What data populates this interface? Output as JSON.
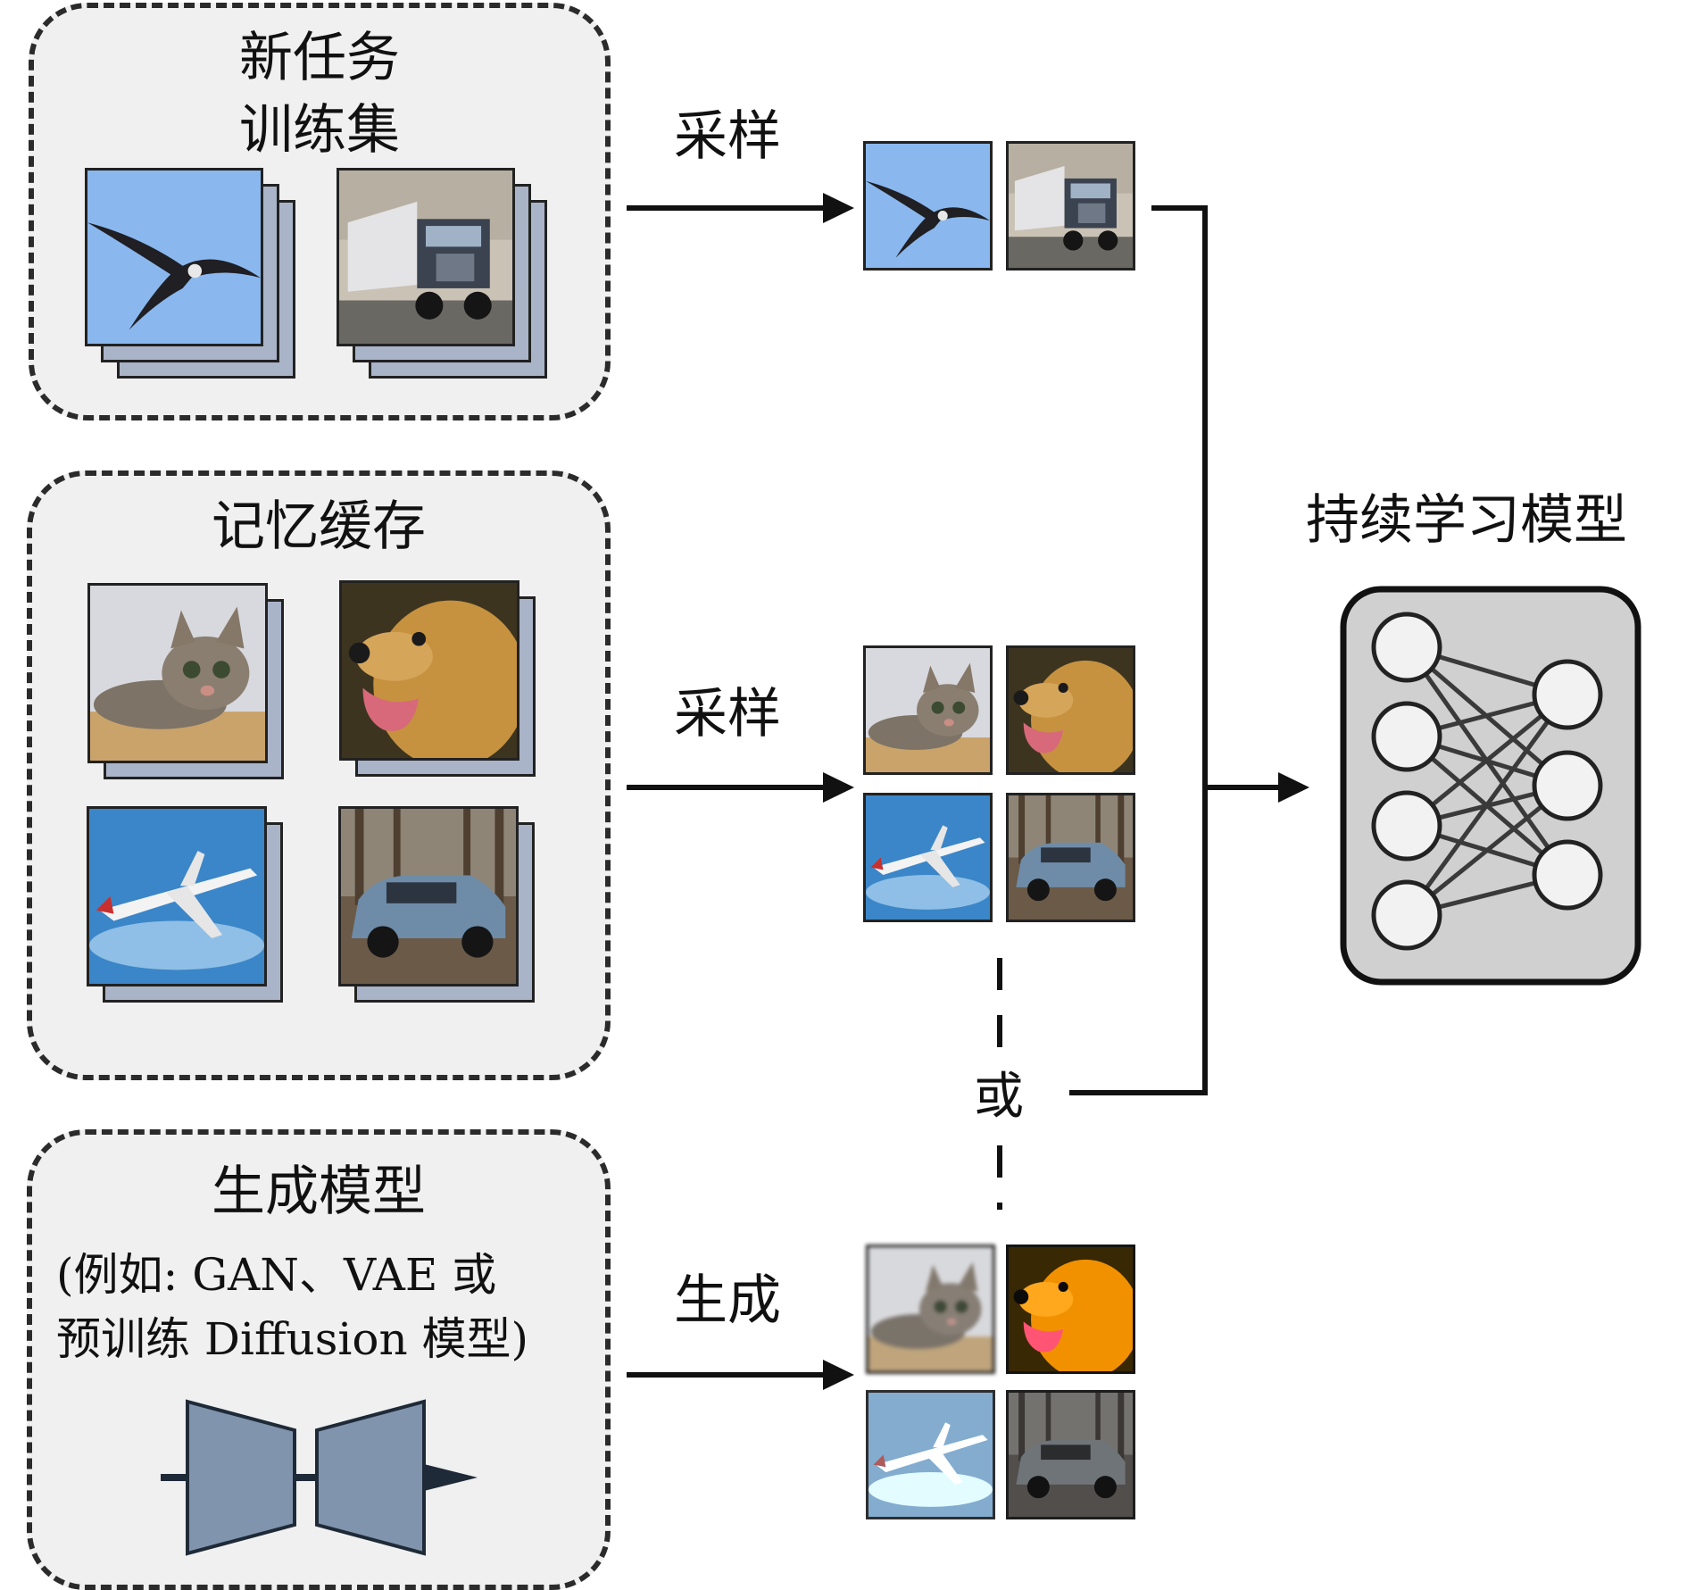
{
  "new_task": {
    "title_line1": "新任务",
    "title_line2": "训练集"
  },
  "memory": {
    "title": "记忆缓存"
  },
  "generative": {
    "title": "生成模型",
    "subtitle_line1": "(例如: GAN、VAE 或",
    "subtitle_line2": "预训练 Diffusion 模型)"
  },
  "edges": {
    "sample_top": "采样",
    "sample_mid": "采样",
    "generate": "生成",
    "or": "或"
  },
  "model": {
    "title": "持续学习模型"
  },
  "colors": {
    "box_fill": "#f0f0f0",
    "box_border": "#2b2b2b",
    "stack_back": "#a9b4c8",
    "encoder_fill": "#8094ad",
    "net_fill": "#d0d0d0"
  },
  "images": {
    "new_task": [
      "bird-photo",
      "truck-photo"
    ],
    "memory": [
      "cat-photo",
      "dog-photo",
      "airplane-photo",
      "suv-photo"
    ],
    "generated": [
      "cat-photo-blurry",
      "dog-photo-saturated",
      "airplane-photo-faded",
      "suv-photo-gray"
    ]
  }
}
